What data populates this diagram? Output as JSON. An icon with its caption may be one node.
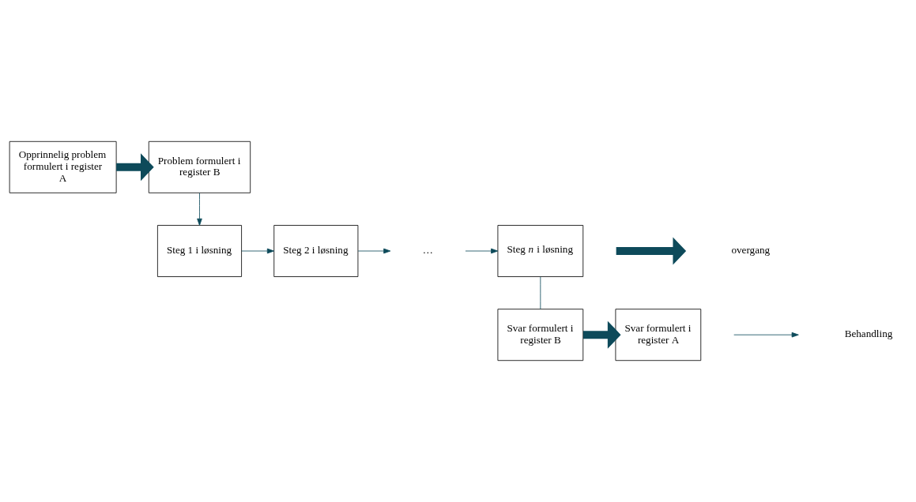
{
  "diagram": {
    "nodes": [
      {
        "text": [
          "Opprinnelig problem formulert i register A"
        ]
      },
      {
        "text": [
          "Problem formulert i register B"
        ]
      },
      {
        "text": [
          "Steg 1 i løsning"
        ]
      },
      {
        "text": [
          "Steg 2 i løsning"
        ]
      },
      {
        "text": [
          "…"
        ]
      },
      {
        "text": [
          "Steg *n* i løsning"
        ]
      },
      {
        "text": [
          "Svar formulert i register B"
        ]
      },
      {
        "text": [
          "Svar formulert i register A"
        ]
      }
    ],
    "edges": [
      {
        "from": 0,
        "to": 1,
        "arrow": "to",
        "style": "thick"
      },
      {
        "from": 1,
        "to": 2,
        "arrow": "to"
      },
      {
        "from": 2,
        "to": 3,
        "arrow": "to"
      },
      {
        "from": 3,
        "to": 4,
        "arrow": "to"
      },
      {
        "from": 4,
        "to": 5,
        "arrow": "to"
      },
      {
        "from": 5,
        "to": 6,
        "arrow": "none"
      },
      {
        "from": 6,
        "to": 7,
        "arrow": "to",
        "style": "thick"
      }
    ],
    "legend": [
      {
        "text": "overgang"
      },
      {
        "text": "Behandling"
      }
    ]
  }
}
